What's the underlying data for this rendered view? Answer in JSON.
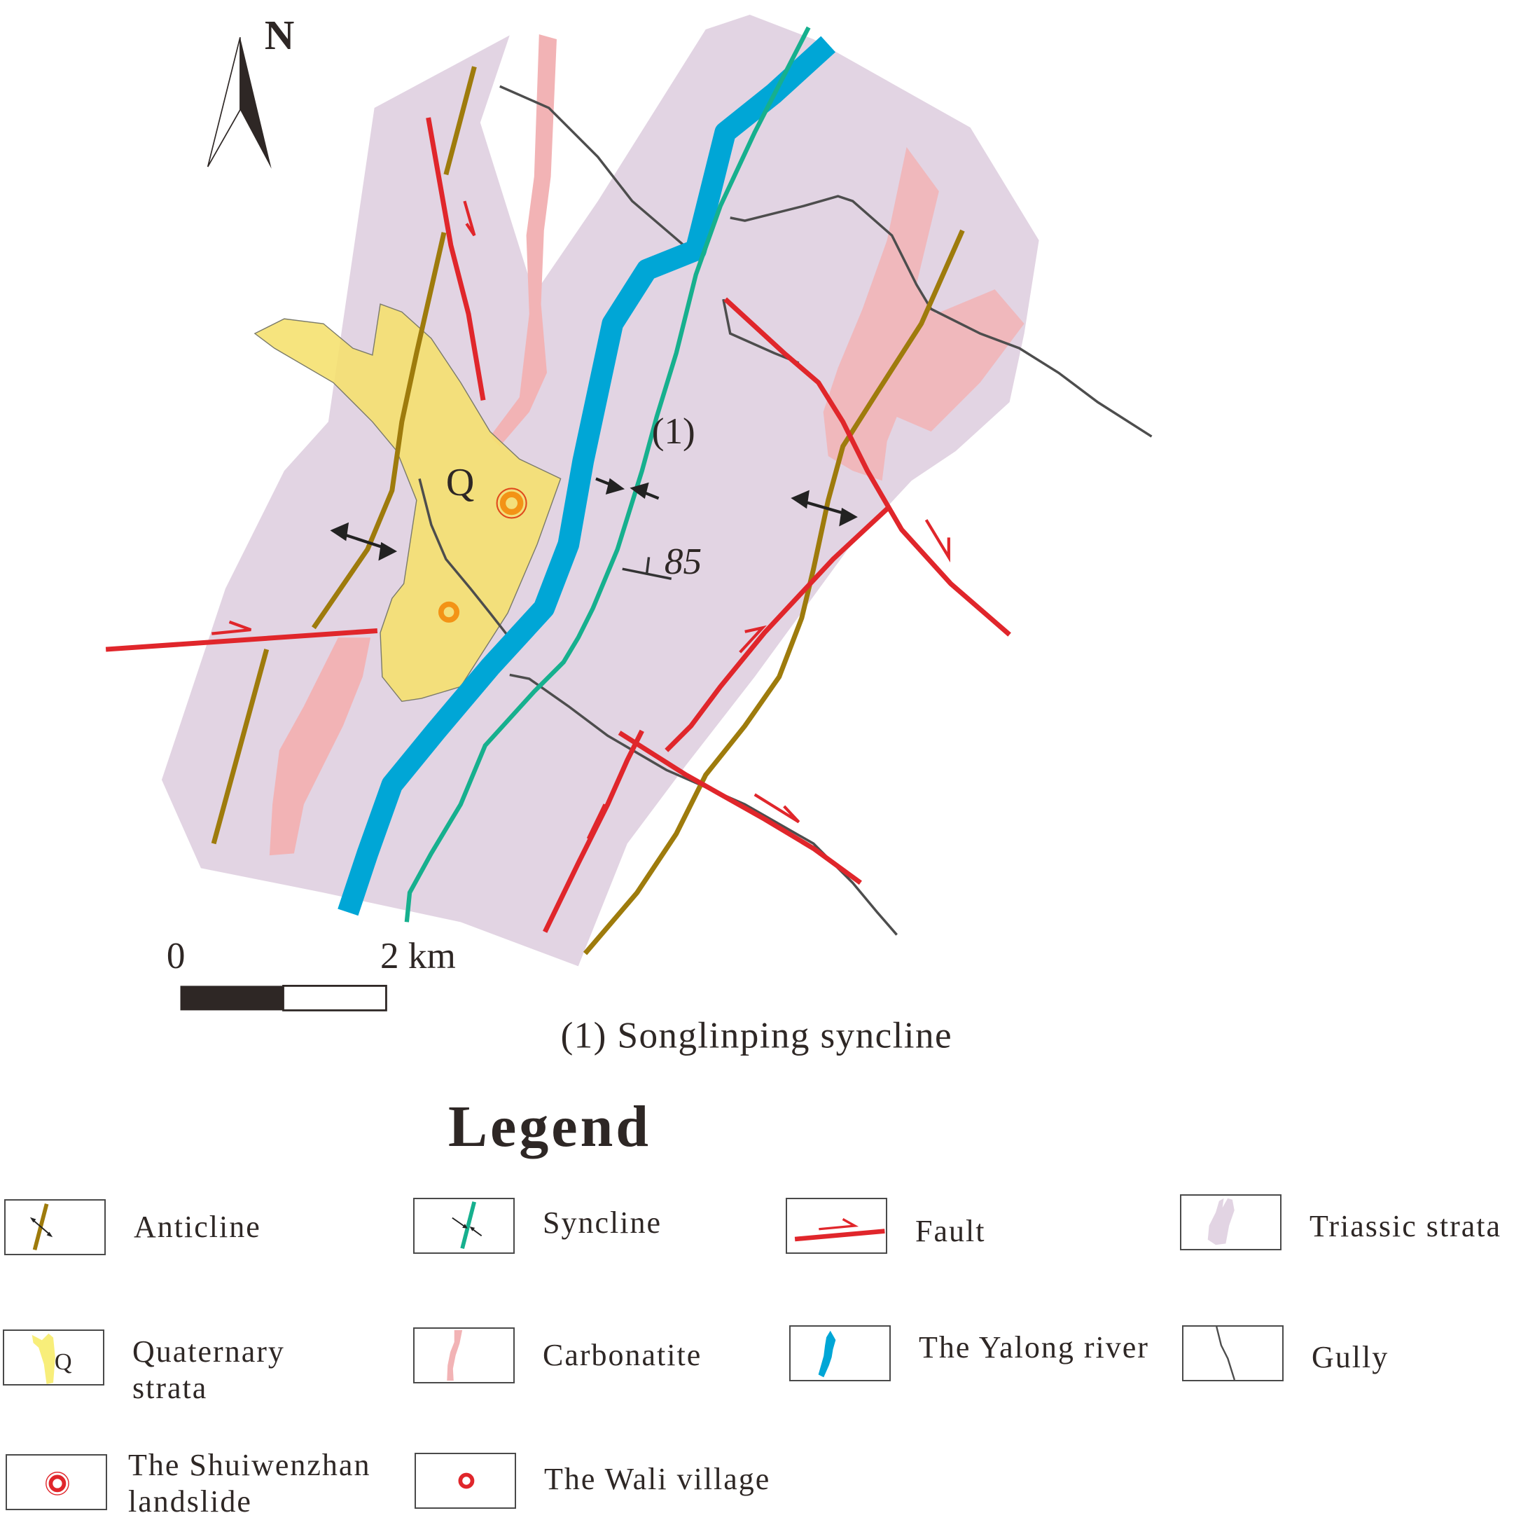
{
  "map": {
    "north_label": "N",
    "structure_label": "(1)",
    "dip_value": "85",
    "quaternary_label": "Q",
    "scale_bar": {
      "start_label": "0",
      "end_label": "2 km"
    },
    "caption": "(1) Songlinping syncline"
  },
  "colors": {
    "triassic": "#e2d4e3",
    "quaternary": "#f2e07a",
    "carbonatite": "#f2b3b5",
    "river": "#00a6d6",
    "syncline": "#16b08e",
    "anticline": "#9e7b0c",
    "fault": "#e0262b",
    "gully": "#4a4a4a",
    "landslide_marker": "#f39316"
  },
  "legend": {
    "title": "Legend",
    "items": [
      {
        "label": "Anticline",
        "symbol": "anticline"
      },
      {
        "label": "Syncline",
        "symbol": "syncline"
      },
      {
        "label": "Fault",
        "symbol": "fault"
      },
      {
        "label": "Triassic  strata",
        "symbol": "triassic"
      },
      {
        "label": "Quaternary\n strata",
        "symbol": "quaternary",
        "symbol_text": "Q"
      },
      {
        "label": "Carbonatite",
        "symbol": "carbonatite"
      },
      {
        "label": "The Yalong river",
        "symbol": "river"
      },
      {
        "label": "Gully",
        "symbol": "gully"
      },
      {
        "label": "The Shuiwenzhan\n landslide",
        "symbol": "landslide"
      },
      {
        "label": "The Wali village",
        "symbol": "village"
      }
    ]
  }
}
